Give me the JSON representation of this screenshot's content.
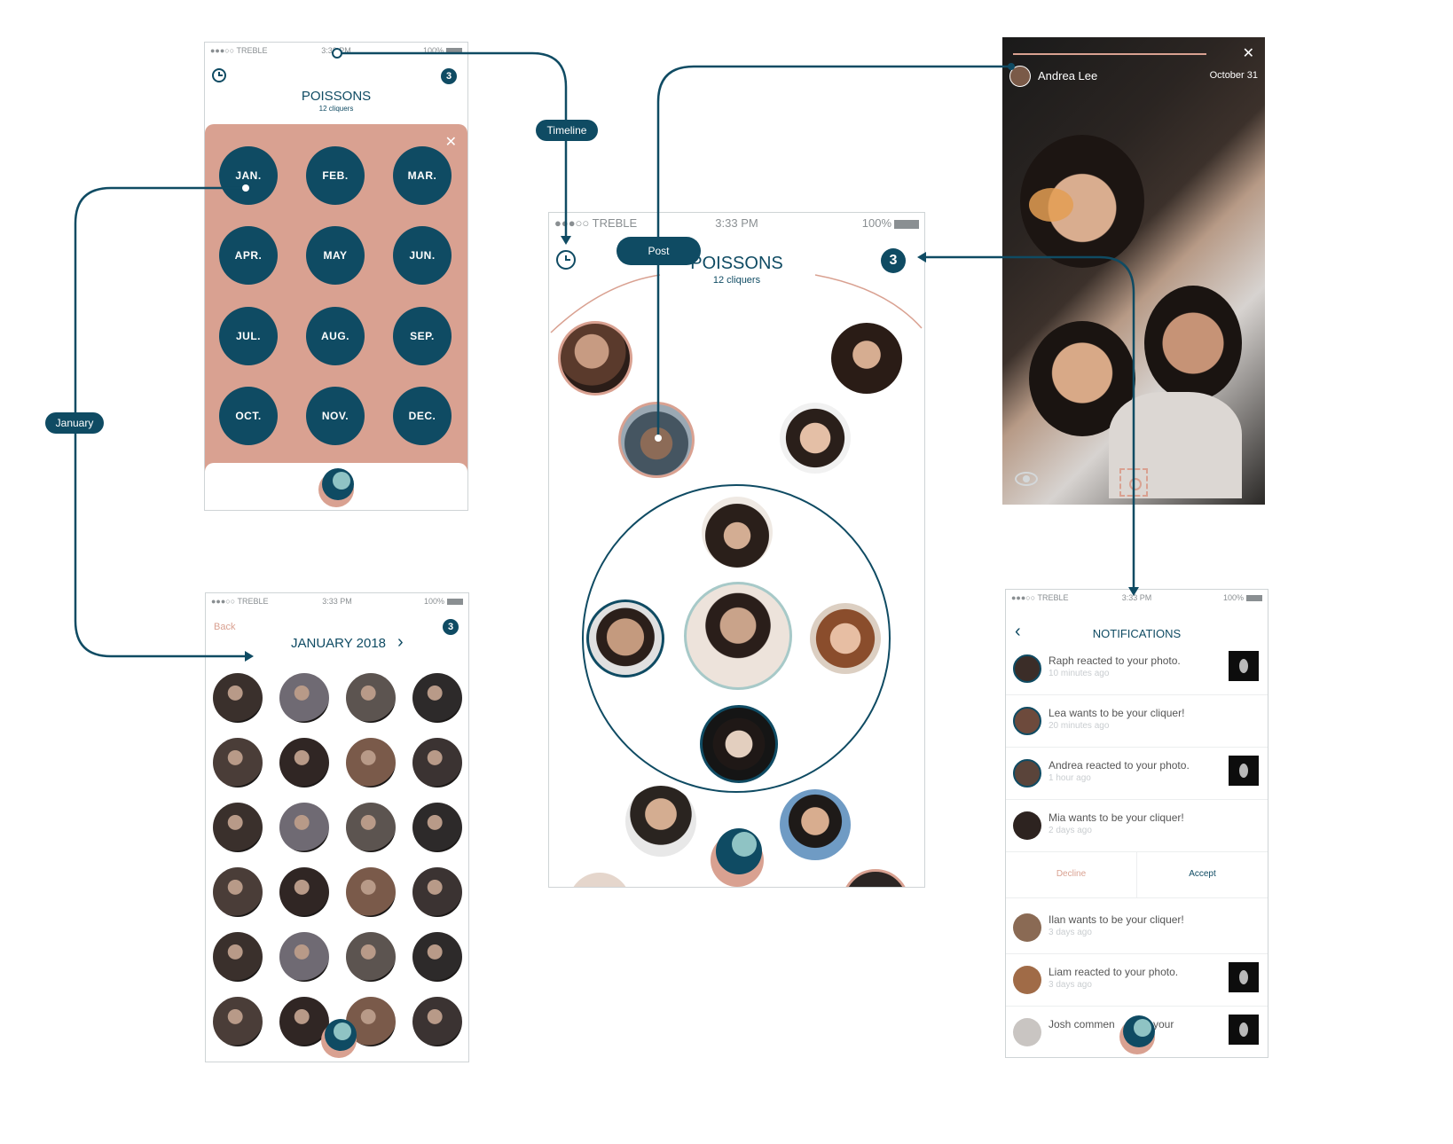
{
  "connectors": {
    "timeline": "Timeline",
    "post": "Post",
    "january": "January"
  },
  "months_screen": {
    "status": {
      "carrier": "●●●○○ TREBLE",
      "time": "3:33 PM",
      "battery": "100%"
    },
    "title": "POISSONS",
    "subtitle": "12 cliquers",
    "badge": "3",
    "close": "✕",
    "months": [
      "JAN.",
      "FEB.",
      "MAR.",
      "APR.",
      "MAY",
      "JUN.",
      "JUL.",
      "AUG.",
      "SEP.",
      "OCT.",
      "NOV.",
      "DEC."
    ]
  },
  "january_screen": {
    "status": {
      "carrier": "●●●○○ TREBLE",
      "time": "3:33 PM",
      "battery": "100%"
    },
    "back": "Back",
    "title": "JANUARY 2018",
    "next": "›",
    "badge": "3"
  },
  "main_screen": {
    "status": {
      "carrier": "●●●○○ TREBLE",
      "time": "3:33 PM",
      "battery": "100%"
    },
    "title": "POISSONS",
    "subtitle": "12 cliquers",
    "badge": "3"
  },
  "story_screen": {
    "name": "Andrea Lee",
    "date": "October 31",
    "close": "✕"
  },
  "notifications_screen": {
    "status": {
      "carrier": "●●●○○ TREBLE",
      "time": "3:33 PM",
      "battery": "100%"
    },
    "back": "‹",
    "title": "NOTIFICATIONS",
    "decline": "Decline",
    "accept": "Accept",
    "items": [
      {
        "text": "Raph reacted to your photo.",
        "time": "10 minutes ago"
      },
      {
        "text": "Lea wants to be your cliquer!",
        "time": "20 minutes ago"
      },
      {
        "text": "Andrea reacted to your photo.",
        "time": "1 hour ago"
      },
      {
        "text": "Mia wants to be your cliquer!",
        "time": "2 days ago"
      },
      {
        "text": "Ilan wants to be your cliquer!",
        "time": "3 days ago"
      },
      {
        "text": "Liam reacted to your photo.",
        "time": "3 days ago"
      },
      {
        "text": "Josh commen",
        "text_end": "your",
        "time": ""
      }
    ]
  },
  "colors": {
    "primary": "#0f4b63",
    "salmon": "#d9a191",
    "light_teal": "#8fc3c4"
  }
}
